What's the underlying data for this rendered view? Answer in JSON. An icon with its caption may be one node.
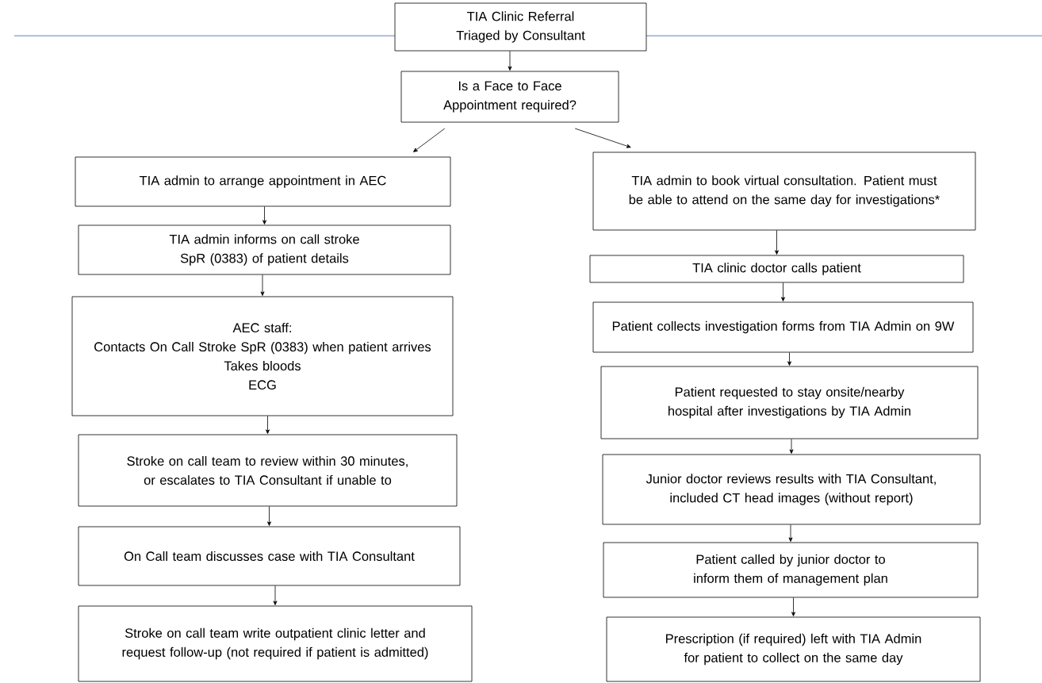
{
  "diagram": {
    "nodes": [
      {
        "text": [
          "TIA Clinic Referral Triaged by Consultant"
        ]
      },
      {
        "text": [
          "Is a Face to Face Appointment required?"
        ]
      },
      {
        "text": [
          "TIA admin to arrange appointment in AEC"
        ]
      },
      {
        "text": [
          "TIA admin informs on call stroke SpR (0383) of patient details"
        ]
      },
      {
        "text": [
          "AEC staff:",
          "Contacts On Call Stroke SpR (0383) when patient arrives",
          "Takes bloods",
          "ECG"
        ]
      },
      {
        "text": [
          "Stroke on call team to review within 30 minutes, or escalates to TIA Consultant if unable to"
        ]
      },
      {
        "text": [
          "On Call team discusses case with TIA Consultant"
        ]
      },
      {
        "text": [
          "Stroke on call team write outpatient clinic letter and request follow-up (not required if patient is admitted)"
        ]
      },
      {
        "text": [
          "TIA admin to book virtual consultation. Patient must be able to attend on the same day for investigations*"
        ]
      },
      {
        "text": [
          "TIA clinic doctor calls patient"
        ]
      },
      {
        "text": [
          "Patient collects investigation forms from TIA Admin on 9W"
        ]
      },
      {
        "text": [
          "Patient requested to stay onsite/nearby hospital after investigations by TIA Admin"
        ]
      },
      {
        "text": [
          "Junior doctor reviews results with TIA Consultant, included CT head images (without report)"
        ]
      },
      {
        "text": [
          "Patient called by junior doctor to inform them of management plan"
        ]
      },
      {
        "text": [
          "Prescription (if required) left with TIA Admin for patient to collect on the same day"
        ]
      }
    ],
    "edges": [
      {
        "from": 0,
        "to": 1,
        "arrow": "to"
      },
      {
        "from": 1,
        "to": 2,
        "arrow": "to"
      },
      {
        "from": 1,
        "to": 8,
        "arrow": "to"
      },
      {
        "from": 2,
        "to": 3,
        "arrow": "to"
      },
      {
        "from": 3,
        "to": 4,
        "arrow": "to"
      },
      {
        "from": 4,
        "to": 5,
        "arrow": "to"
      },
      {
        "from": 5,
        "to": 6,
        "arrow": "to"
      },
      {
        "from": 6,
        "to": 7,
        "arrow": "to"
      },
      {
        "from": 8,
        "to": 9,
        "arrow": "to"
      },
      {
        "from": 9,
        "to": 10,
        "arrow": "to"
      },
      {
        "from": 10,
        "to": 11,
        "arrow": "to"
      },
      {
        "from": 11,
        "to": 12,
        "arrow": "to"
      },
      {
        "from": 12,
        "to": 13,
        "arrow": "to"
      },
      {
        "from": 13,
        "to": 14,
        "arrow": "to"
      }
    ]
  }
}
